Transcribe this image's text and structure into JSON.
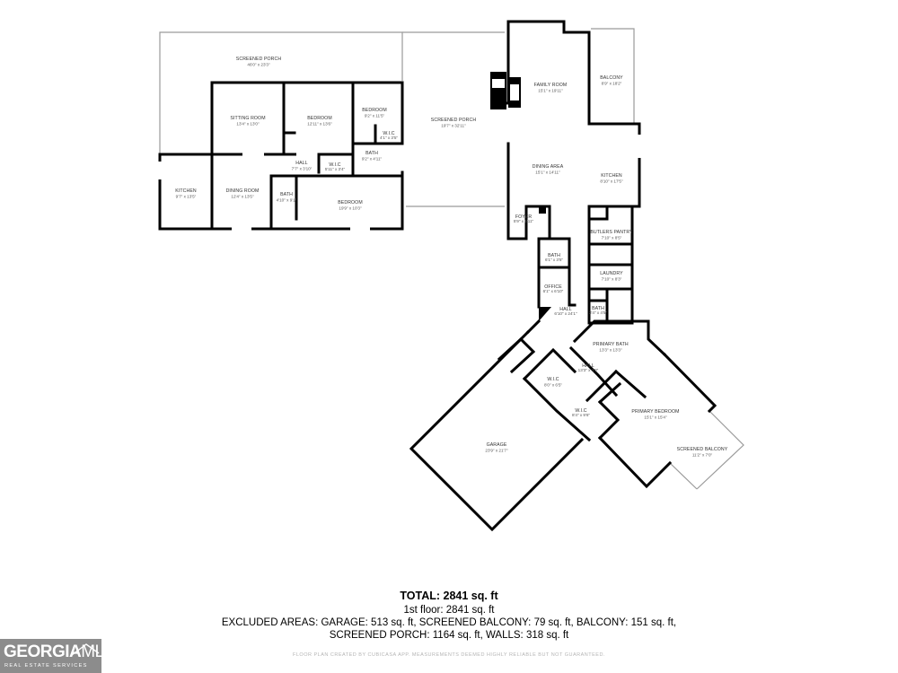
{
  "rooms": [
    {
      "id": "screened-porch-west",
      "name": "SCREENED PORCH",
      "dims": "46'0\" x 23'3\""
    },
    {
      "id": "sitting-room",
      "name": "SITTING ROOM",
      "dims": "13'4\" x 13'0\""
    },
    {
      "id": "bedroom-center",
      "name": "BEDROOM",
      "dims": "12'11\" x 13'6\""
    },
    {
      "id": "bedroom-small",
      "name": "BEDROOM",
      "dims": "9'2\" x 11'5\""
    },
    {
      "id": "wic-small",
      "name": "W.I.C",
      "dims": "4'1\" x 3'5\""
    },
    {
      "id": "bath-upper",
      "name": "BATH",
      "dims": "9'2\" x 4'11\""
    },
    {
      "id": "hall-west",
      "name": "HALL",
      "dims": "7'7\" x 3'10\""
    },
    {
      "id": "wic-west",
      "name": "W.I.C",
      "dims": "5'11\" x 3'4\""
    },
    {
      "id": "kitchen-west",
      "name": "KITCHEN",
      "dims": "9'7\" x 13'5\""
    },
    {
      "id": "dining-room",
      "name": "DINING ROOM",
      "dims": "12'4\" x 13'5\""
    },
    {
      "id": "bath-west",
      "name": "BATH",
      "dims": "4'10\" x 9'1\""
    },
    {
      "id": "bedroom-south",
      "name": "BEDROOM",
      "dims": "19'9\" x 10'3\""
    },
    {
      "id": "screened-porch-center",
      "name": "SCREENED PORCH",
      "dims": "19'7\" x 32'11\""
    },
    {
      "id": "family-room",
      "name": "FAMILY ROOM",
      "dims": "15'1\" x 19'11\""
    },
    {
      "id": "balcony",
      "name": "BALCONY",
      "dims": "8'9\" x 18'2\""
    },
    {
      "id": "dining-area",
      "name": "DINING AREA",
      "dims": "15'1\" x 14'11\""
    },
    {
      "id": "kitchen-east",
      "name": "KITCHEN",
      "dims": "8'10\" x 17'5\""
    },
    {
      "id": "foyer",
      "name": "FOYER",
      "dims": "5'9\" x 5'11\""
    },
    {
      "id": "butlers-pantry",
      "name": "BUTLERS PANTRY",
      "dims": "7'10\" x 8'5\""
    },
    {
      "id": "bath-small",
      "name": "BATH",
      "dims": "6'1\" x 3'5\""
    },
    {
      "id": "laundry",
      "name": "LAUNDRY",
      "dims": "7'10\" x 8'3\""
    },
    {
      "id": "office",
      "name": "OFFICE",
      "dims": "6'1\" x 6'10\""
    },
    {
      "id": "hall-east",
      "name": "HALL",
      "dims": "6'10\" x 24'1\""
    },
    {
      "id": "bath-tiny",
      "name": "BATH",
      "dims": "3'4\" x 4'5\""
    },
    {
      "id": "primary-bath",
      "name": "PRIMARY BATH",
      "dims": "13'3\" x 13'3\""
    },
    {
      "id": "hall-angled",
      "name": "HALL",
      "dims": "13'3\" x 3'9\""
    },
    {
      "id": "wic-primary-1",
      "name": "W.I.C",
      "dims": "8'0\" x 6'5\""
    },
    {
      "id": "wic-primary-2",
      "name": "W.I.C",
      "dims": "8'4\" x 9'6\""
    },
    {
      "id": "primary-bedroom",
      "name": "PRIMARY BEDROOM",
      "dims": "15'1\" x 15'4\""
    },
    {
      "id": "screened-balcony",
      "name": "SCREENED BALCONY",
      "dims": "11'2\" x 7'0\""
    },
    {
      "id": "garage",
      "name": "GARAGE",
      "dims": "23'9\" x 21'7\""
    }
  ],
  "summary": {
    "total": "TOTAL: 2841 sq. ft",
    "floor": "1st floor: 2841 sq. ft",
    "excluded_1": "EXCLUDED AREAS: GARAGE: 513 sq. ft, SCREENED BALCONY: 79 sq. ft, BALCONY: 151 sq. ft,",
    "excluded_2": "SCREENED PORCH: 1164 sq. ft, WALLS: 318 sq. ft"
  },
  "disclaimer": "FLOOR PLAN CREATED BY CUBICASA APP. MEASUREMENTS DEEMED HIGHLY RELIABLE BUT NOT GUARANTEED.",
  "logo": {
    "word_bold": "GEORGIA",
    "word_thin": "MLS",
    "subtitle": "REAL ESTATE SERVICES"
  },
  "colors": {
    "wall": "#000000",
    "screen": "#9a9a9a",
    "logo_bg": "#8c8c8c"
  }
}
